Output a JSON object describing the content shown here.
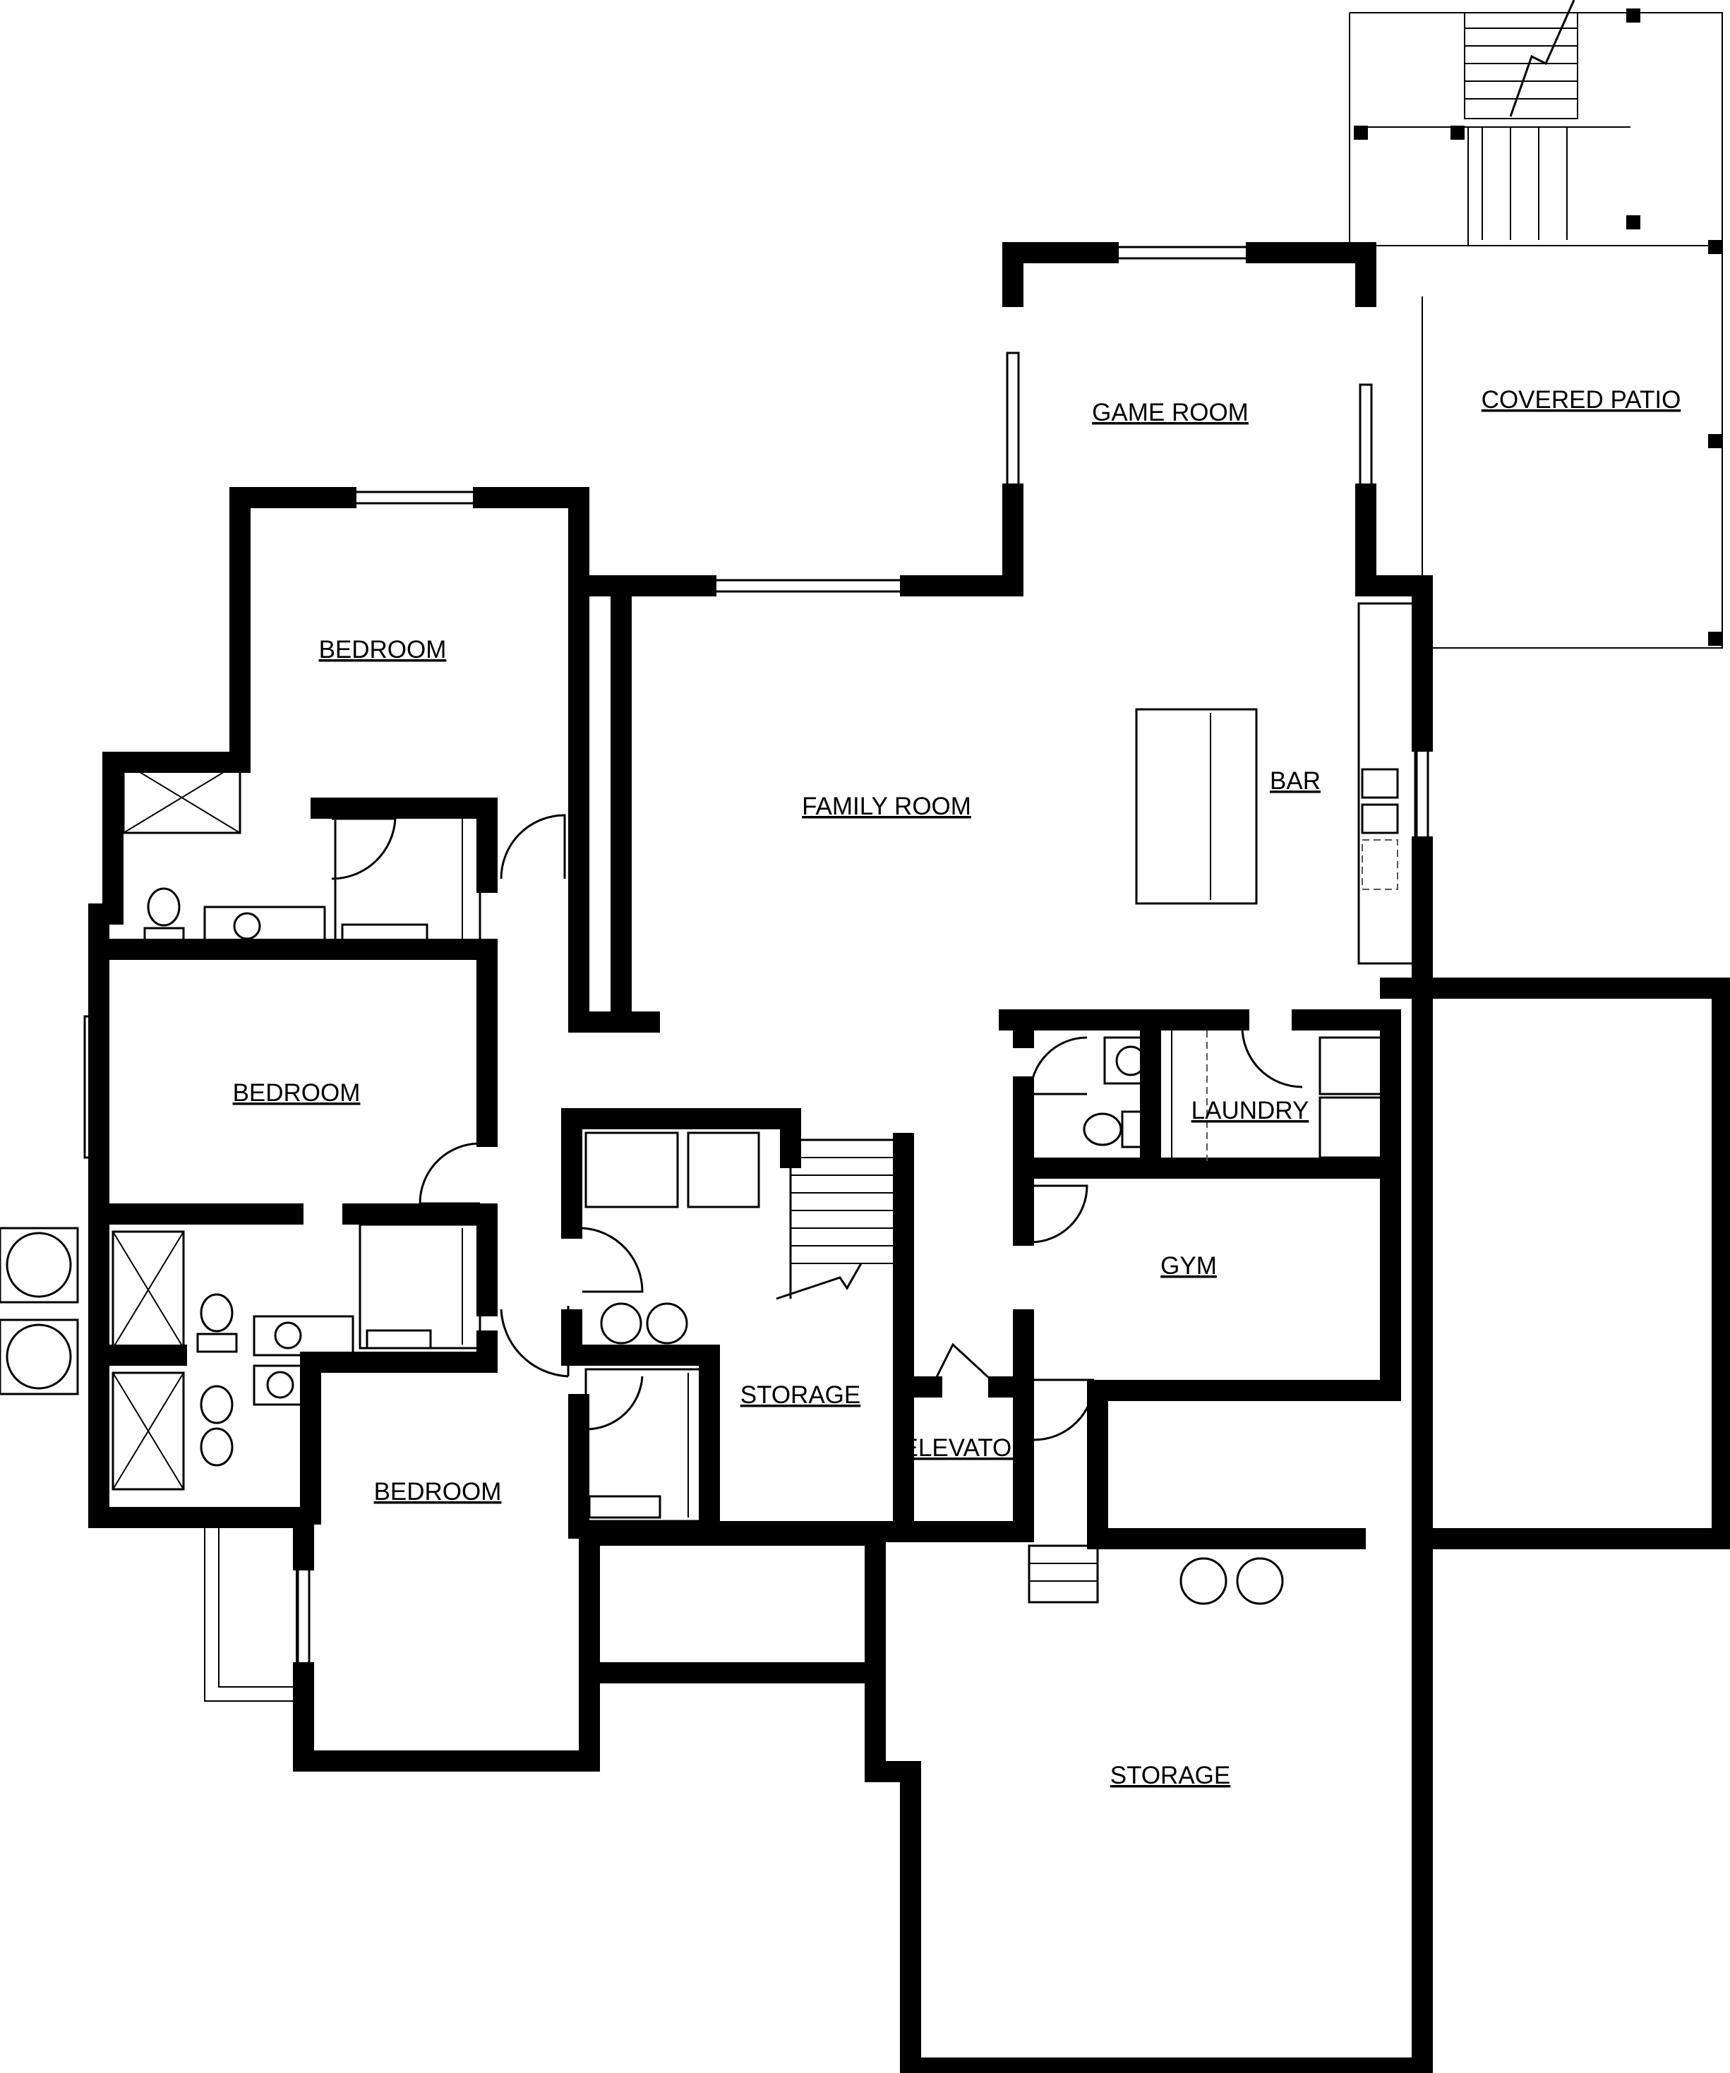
{
  "rooms": {
    "game_room": "GAME ROOM",
    "covered_patio": "COVERED PATIO",
    "bedroom_top": "BEDROOM",
    "family_room": "FAMILY ROOM",
    "bar": "BAR",
    "bedroom_middle": "BEDROOM",
    "laundry": "LAUNDRY",
    "gym": "GYM",
    "storage_center": "STORAGE",
    "elevator": "ELEVATOR",
    "bedroom_bottom": "BEDROOM",
    "storage_bottom": "STORAGE"
  },
  "icons": {
    "window": "window-icon",
    "door": "door-swing-icon",
    "toilet": "toilet-icon",
    "sink": "sink-icon",
    "shower": "shower-icon",
    "stairs": "stairs-icon",
    "washer_dryer": "washer-dryer-icon",
    "ac_unit": "ac-unit-icon",
    "water_heater": "water-heater-icon",
    "closet": "closet-icon",
    "bar_island": "bar-island-icon",
    "post": "post-icon"
  }
}
